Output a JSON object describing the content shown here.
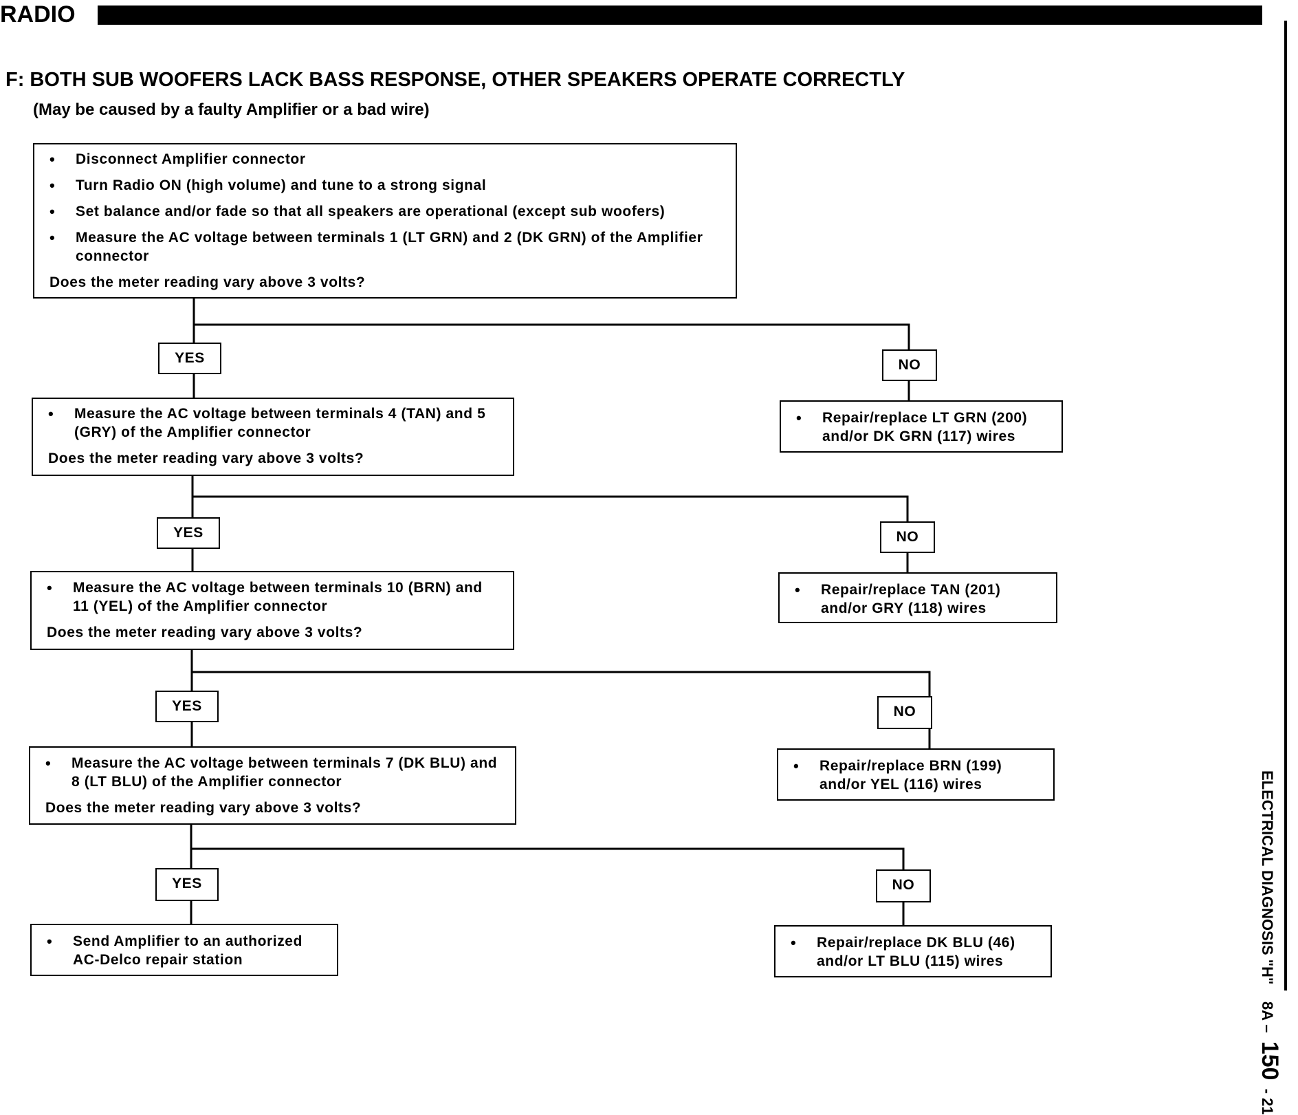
{
  "header": {
    "section": "RADIO"
  },
  "sidebar": {
    "section_text": "ELECTRICAL DIAGNOSIS \"H\"",
    "chapter": "8A –",
    "page": "150",
    "page_suffix": "- 21"
  },
  "title": "F:  BOTH SUB WOOFERS LACK BASS RESPONSE, OTHER SPEAKERS OPERATE CORRECTLY",
  "subtitle": "(May be caused by a faulty Amplifier or a bad wire)",
  "steps": [
    {
      "bullets": [
        "Disconnect Amplifier connector",
        "Turn Radio ON (high volume) and tune to a strong signal",
        "Set balance and/or fade so that all speakers are operational (except sub woofers)",
        "Measure the AC voltage between terminals 1 (LT GRN) and 2 (DK GRN) of the Amplifier connector"
      ],
      "question": "Does the meter reading vary above 3 volts?"
    },
    {
      "bullets": [
        "Measure the AC voltage between terminals 4 (TAN) and 5 (GRY) of the Amplifier connector"
      ],
      "question": "Does the meter reading vary above 3 volts?"
    },
    {
      "bullets": [
        "Measure the AC voltage between terminals 10 (BRN) and 11 (YEL) of the Amplifier connector"
      ],
      "question": "Does the meter reading vary above 3 volts?"
    },
    {
      "bullets": [
        "Measure the AC voltage between terminals 7 (DK BLU) and 8 (LT BLU) of the Amplifier connector"
      ],
      "question": "Does the meter reading vary above 3 volts?"
    }
  ],
  "no_actions": [
    "Repair/replace LT GRN (200) and/or DK GRN (117) wires",
    "Repair/replace TAN (201) and/or GRY (118) wires",
    "Repair/replace BRN (199) and/or YEL (116) wires",
    "Repair/replace DK BLU (46) and/or LT BLU (115) wires"
  ],
  "final_action": "Send Amplifier to an authorized AC-Delco repair station",
  "labels": {
    "yes": "YES",
    "no": "NO"
  }
}
